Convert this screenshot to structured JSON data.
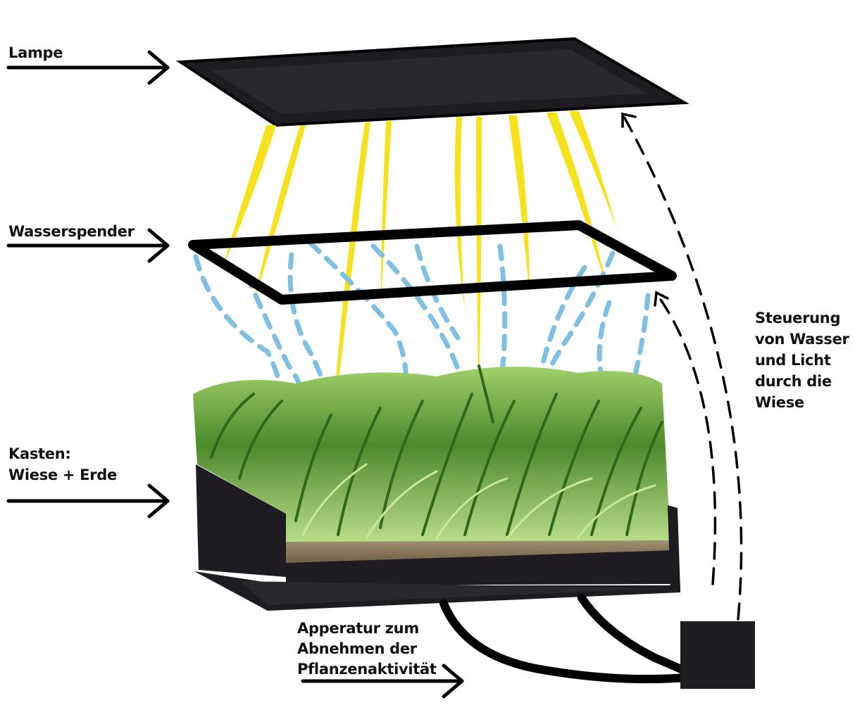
{
  "labels": {
    "lampe": "Lampe",
    "wasserspender": "Wasserspender",
    "kasten_line1": "Kasten:",
    "kasten_line2": "Wiese + Erde",
    "steuerung": [
      "Steuerung",
      "von Wasser",
      "und Licht",
      "durch die",
      "Wiese"
    ],
    "apparatur": [
      "Apperatur zum",
      "Abnehmen der",
      "Pflanzenaktivität"
    ]
  },
  "colors": {
    "frame": "#1e1c20",
    "light_rays": "#f6e21c",
    "water_drops": "#7fbfe3",
    "grass_dark": "#3f7a22",
    "grass_light": "#8cc652",
    "soil": "#8a7a5e",
    "text": "#111111"
  }
}
